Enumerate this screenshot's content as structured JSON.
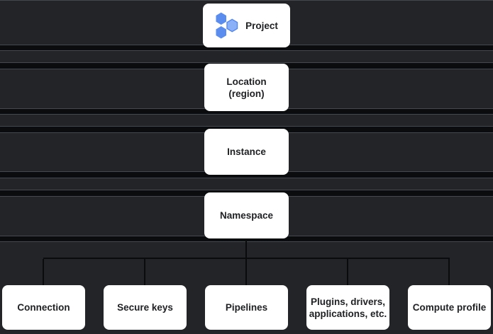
{
  "diagram": {
    "type": "resource-hierarchy",
    "levels": [
      "Project",
      "Location (region)",
      "Instance",
      "Namespace"
    ],
    "nodes": {
      "project": {
        "label": "Project",
        "icon": "hexagons-project-icon"
      },
      "location": {
        "label": "Location\n(region)"
      },
      "instance": {
        "label": "Instance"
      },
      "namespace": {
        "label": "Namespace"
      },
      "children": [
        {
          "label": "Connection"
        },
        {
          "label": "Secure keys"
        },
        {
          "label": "Pipelines"
        },
        {
          "label": "Plugins, drivers,\napplications, etc."
        },
        {
          "label": "Compute profile"
        }
      ]
    },
    "colors": {
      "background": "#232428",
      "divider_gap": "#0b0c0e",
      "divider_line": "#45484e",
      "connector": "#0a0b0d",
      "node_background": "#ffffff",
      "node_text": "#202124",
      "hexagon_blue": "#5b8def",
      "hexagon_blue_light": "#8ab0f7"
    }
  }
}
